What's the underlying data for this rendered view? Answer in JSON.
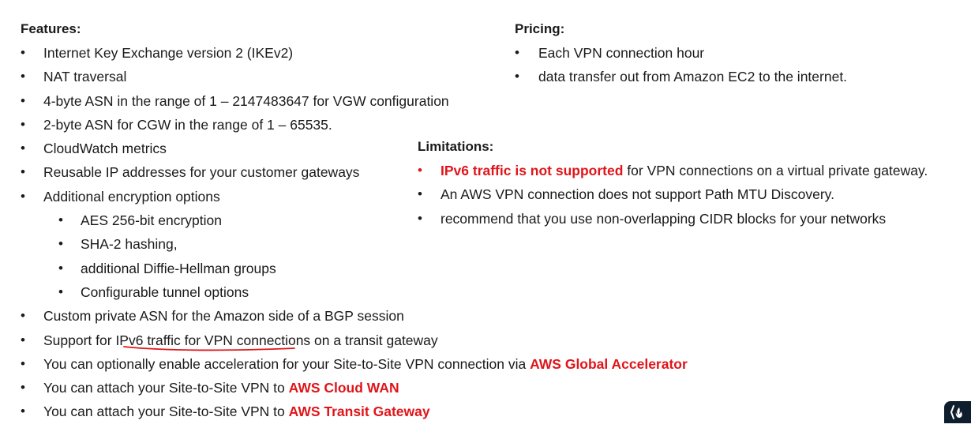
{
  "features": {
    "heading": "Features:",
    "items": [
      {
        "text": "Internet Key Exchange version 2 (IKEv2)"
      },
      {
        "text": "NAT traversal"
      },
      {
        "text": "4-byte ASN in the range of 1 – 2147483647 for VGW configuration"
      },
      {
        "text": "2-byte ASN for CGW in the range of 1 – 65535."
      },
      {
        "text": "CloudWatch metrics"
      },
      {
        "text": "Reusable IP addresses for your customer gateways"
      },
      {
        "text": "Additional encryption options"
      }
    ],
    "subitems": [
      {
        "text": "AES 256-bit encryption"
      },
      {
        "text": "SHA-2 hashing,"
      },
      {
        "text": "additional Diffie-Hellman groups"
      },
      {
        "text": "Configurable tunnel options"
      }
    ],
    "more_items": [
      {
        "text": "Custom private ASN for the Amazon side of a BGP session"
      },
      {
        "text": "Support for IPv6 traffic for VPN connections on a transit gateway"
      },
      {
        "text": "You can optionally enable acceleration for your Site-to-Site VPN connection via ",
        "highlight": "AWS Global Accelerator"
      },
      {
        "text": "You can attach your Site-to-Site VPN to ",
        "highlight": "AWS Cloud WAN"
      },
      {
        "text": "You can attach your Site-to-Site VPN to ",
        "highlight": "AWS Transit Gateway"
      }
    ]
  },
  "pricing": {
    "heading": "Pricing:",
    "items": [
      {
        "text": "Each VPN connection hour"
      },
      {
        "text": "data transfer out from Amazon EC2 to the internet."
      }
    ]
  },
  "limitations": {
    "heading": "Limitations:",
    "items": [
      {
        "highlight": "IPv6 traffic is not supported",
        "text": " for VPN connections on a virtual private gateway."
      },
      {
        "text": "An AWS VPN connection does not support Path MTU Discovery."
      },
      {
        "text": "recommend that you use non-overlapping CIDR blocks for your networks"
      }
    ]
  },
  "bullet": "•",
  "colors": {
    "highlight": "#e0151a",
    "text": "#1a1a1a",
    "logo_bg": "#0f1e2d"
  },
  "icons": {
    "corner_logo": "flame-logo-icon"
  }
}
